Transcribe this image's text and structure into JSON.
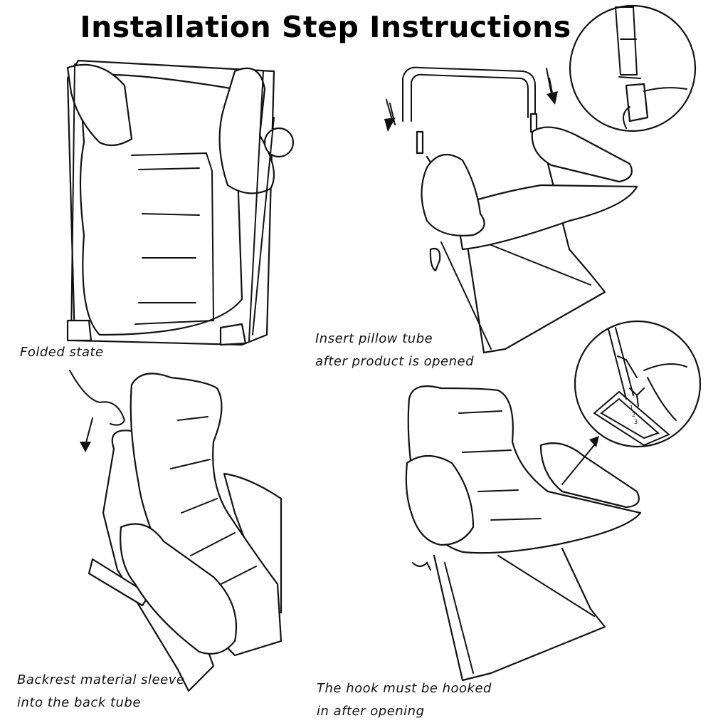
{
  "title": "Installation Step Instructions",
  "steps": [
    {
      "caption_line1": "Folded state",
      "caption_line2": ""
    },
    {
      "caption_line1": "Insert pillow tube",
      "caption_line2": "after product is opened"
    },
    {
      "caption_line1": "Backrest material sleeve",
      "caption_line2": "into the back tube"
    },
    {
      "caption_line1": "The hook must be hooked",
      "caption_line2": "in after opening"
    }
  ],
  "detail_numbers": [
    "1",
    "2",
    "3"
  ],
  "colors": {
    "line": "#111111",
    "background": "#ffffff"
  }
}
